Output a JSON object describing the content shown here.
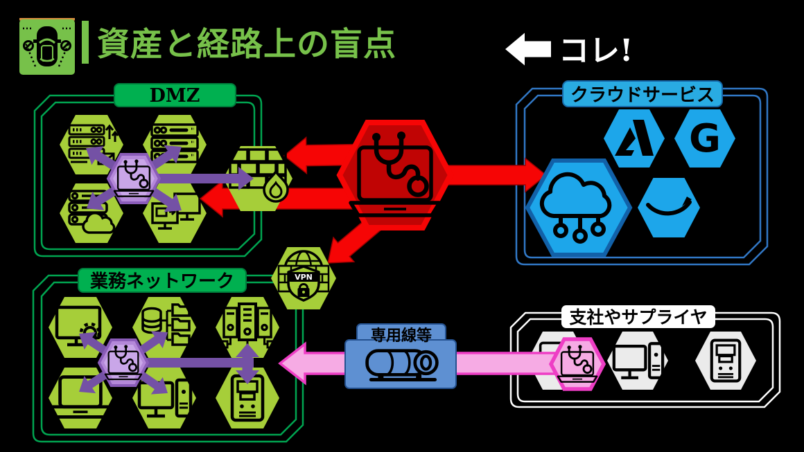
{
  "header": {
    "logo_icon": "blind-spot-car-icon",
    "title": "資産と経路上の盲点",
    "callout_arrow_icon": "left-block-arrow-icon",
    "callout_text": "コレ!"
  },
  "colors": {
    "background": "#000000",
    "title_green": "#77c14a",
    "zone_border_green": "#00a551",
    "label_green": "#00b050",
    "hex_green": "#a6ce39",
    "purple_arrow": "#7451a5",
    "purple_hex_fill": "#b488d9",
    "purple_hex_stroke": "#8a5cb8",
    "red_bright": "#f60505",
    "red_hex_fill": "#c00404",
    "blue_hex": "#1da6ea",
    "zone_border_blue": "#3178c6",
    "leased_line_blue": "#5e90d2",
    "pink_stroke": "#ee3ec5",
    "pink_fill": "#f6abe4",
    "white": "#ffffff"
  },
  "zones": {
    "dmz": {
      "label": "DMZ",
      "node_icons": [
        "mail-server-icon",
        "server-rack-icon",
        "storage-cloud-icon",
        "pc-file-transfer-icon"
      ],
      "center_icon": "pentest-laptop-icon",
      "edge_icon": "firewall-icon"
    },
    "cloud": {
      "label": "クラウドサービス",
      "provider_icons": [
        "azure-icon",
        "google-icon",
        "cloud-network-icon",
        "amazon-icon"
      ],
      "google_glyph": "G"
    },
    "lan": {
      "label": "業務ネットワーク",
      "node_icons": [
        "monitor-gear-icon",
        "database-folders-icon",
        "server-group-icon",
        "laptop-icon",
        "desktop-pc-icon",
        "tower-server-icon"
      ],
      "center_icon": "pentest-laptop-icon"
    },
    "branch": {
      "label": "支社やサプライヤ",
      "node_icons": [
        "laptop-icon",
        "desktop-pc-icon",
        "tower-server-icon"
      ],
      "overlay_icon": "pentest-laptop-icon"
    },
    "gateway": {
      "icon": "vpn-gateway-icon",
      "vpn_shield_label": "VPN"
    },
    "line": {
      "label": "専用線等",
      "icon": "leased-line-cable-icon"
    }
  }
}
